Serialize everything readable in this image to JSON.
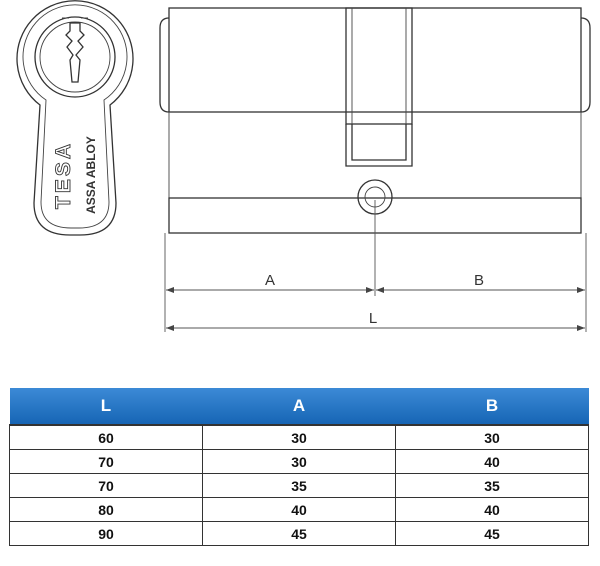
{
  "drawing": {
    "brand_top": "TESA",
    "brand_bottom": "ASSA ABLOY",
    "dimensions": {
      "a": "A",
      "b": "B",
      "l": "L"
    }
  },
  "table": {
    "headers": [
      "L",
      "A",
      "B"
    ],
    "rows": [
      [
        "60",
        "30",
        "30"
      ],
      [
        "70",
        "30",
        "40"
      ],
      [
        "70",
        "35",
        "35"
      ],
      [
        "80",
        "40",
        "40"
      ],
      [
        "90",
        "45",
        "45"
      ]
    ]
  },
  "colors": {
    "header_top": "#3c8ad6",
    "header_bottom": "#1564b4",
    "lines": "#333333"
  }
}
